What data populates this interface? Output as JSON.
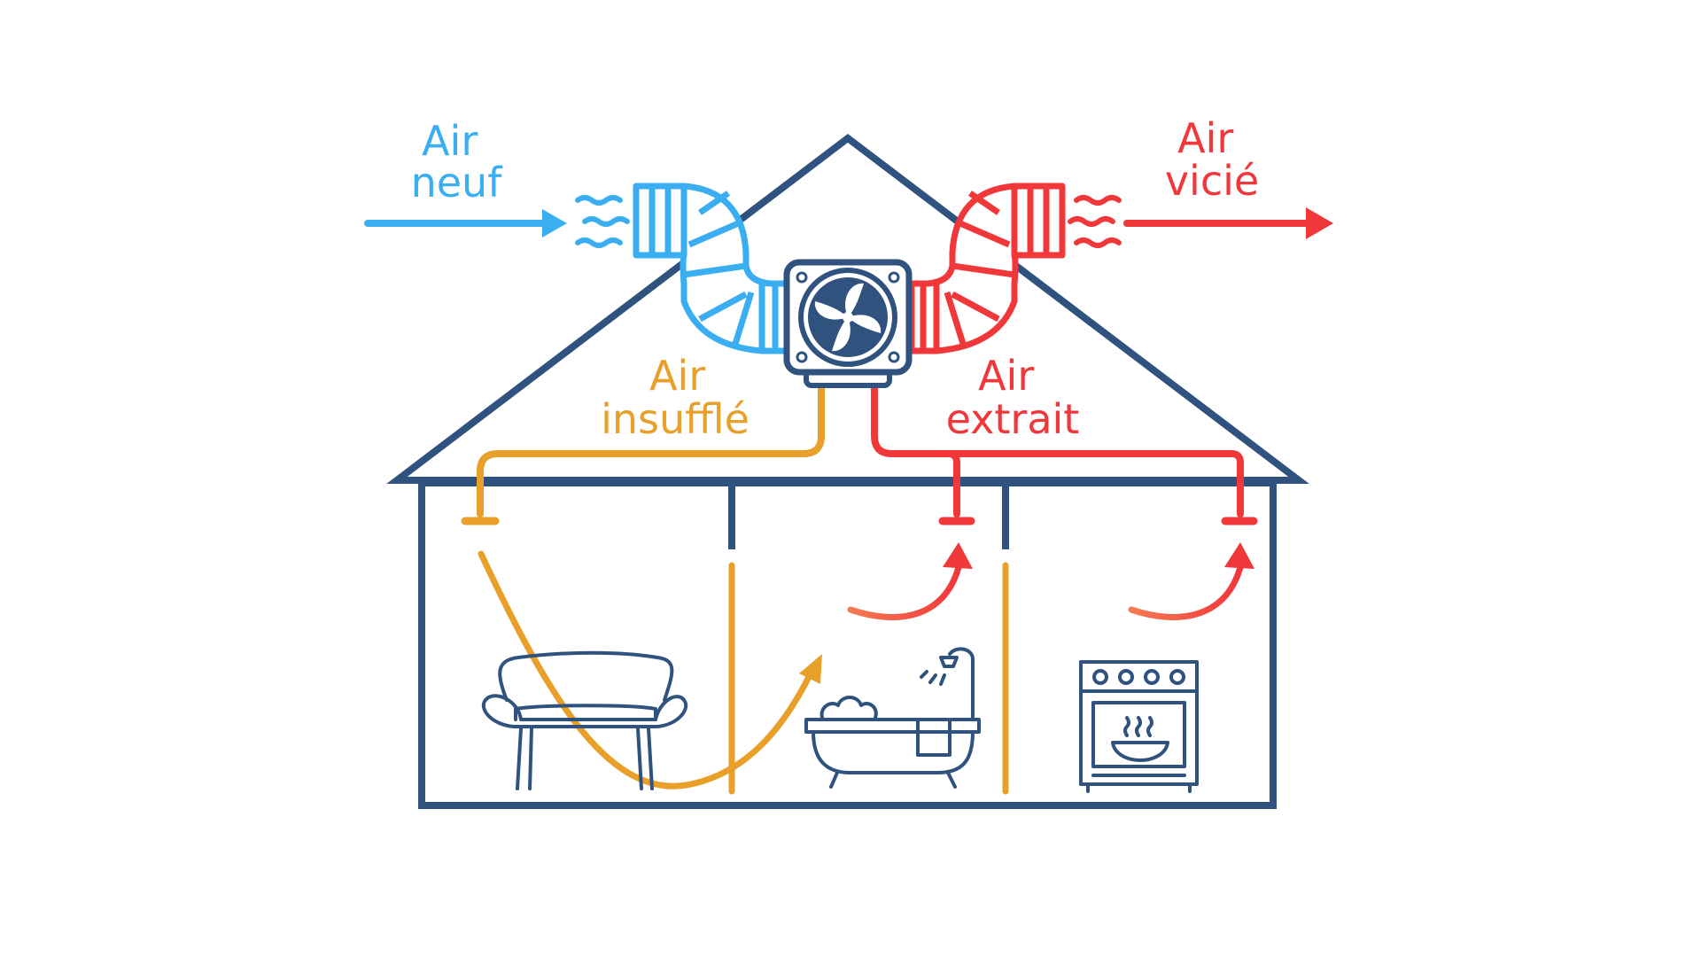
{
  "labels": {
    "fresh_air": {
      "line1": "Air",
      "line2": "neuf",
      "color": "#3aaef0"
    },
    "stale_air": {
      "line1": "Air",
      "line2": "vicié",
      "color": "#f0373a"
    },
    "supply_air": {
      "line1": "Air",
      "line2": "insufflé",
      "color": "#e8a02a"
    },
    "extract_air": {
      "line1": "Air",
      "line2": "extrait",
      "color": "#f0373a"
    }
  },
  "colors": {
    "house": "#30527f",
    "fresh": "#3aaef0",
    "stale": "#f0373a",
    "supply": "#e8a02a",
    "extract_gradient_start": "#f57a52"
  },
  "icons": [
    "fan-icon",
    "sofa-icon",
    "bathtub-icon",
    "shower-icon",
    "oven-icon",
    "bowl-icon",
    "steam-icon"
  ]
}
